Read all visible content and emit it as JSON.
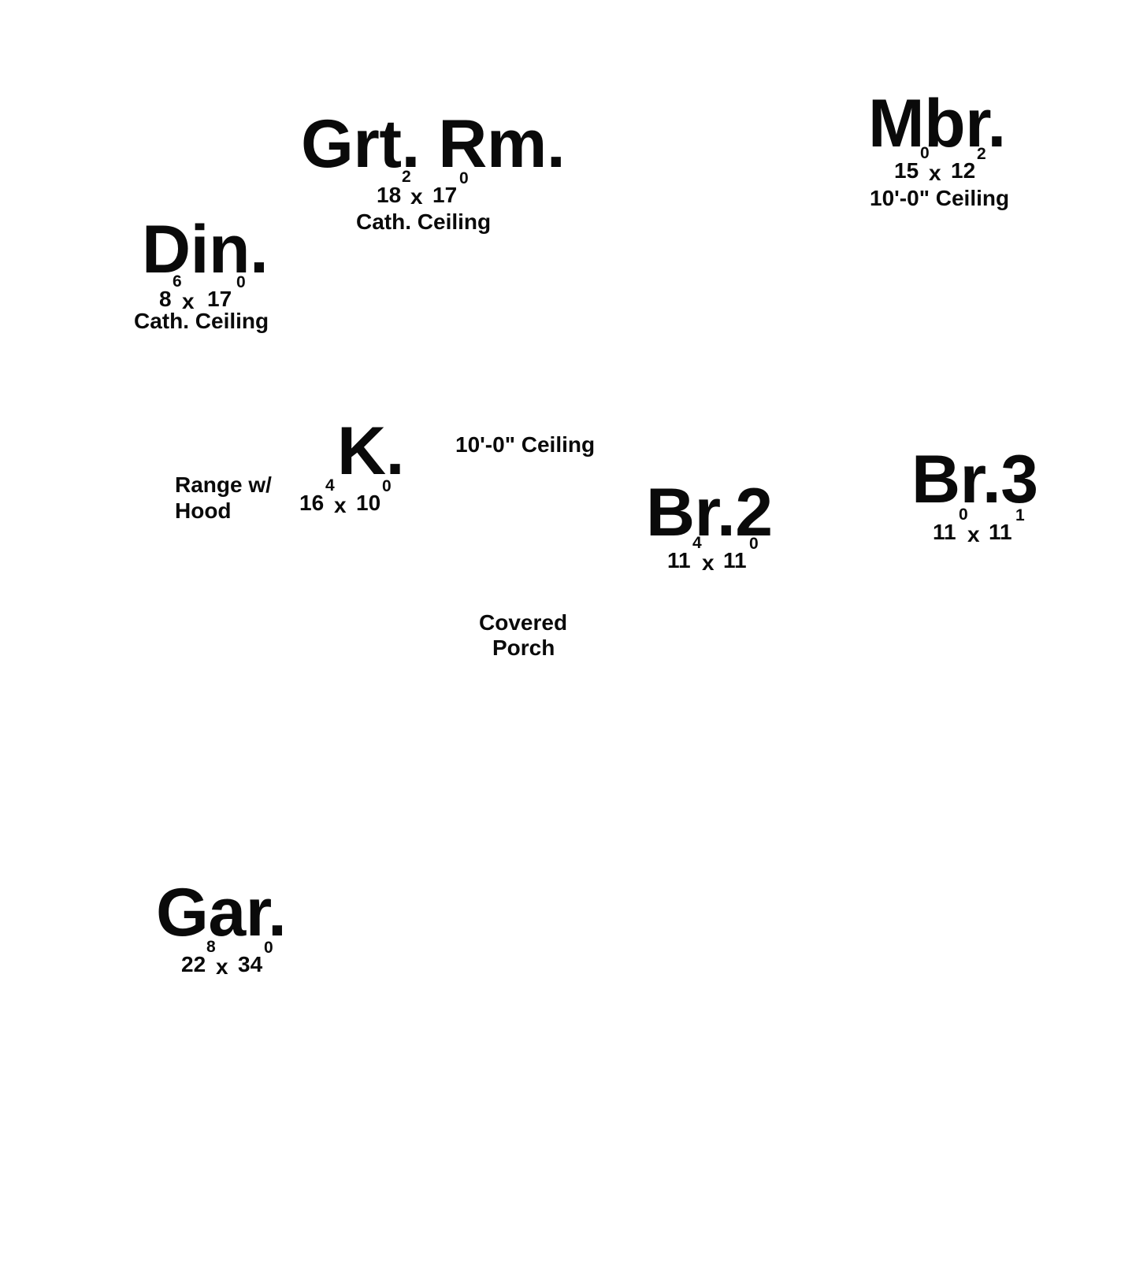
{
  "rooms": {
    "great_room": {
      "name": "Grt. Rm.",
      "dim_a": "18",
      "dim_a_frac": "2",
      "sep": "x",
      "dim_b": "17",
      "dim_b_frac": "0",
      "ceiling": "Cath. Ceiling"
    },
    "master_bedroom": {
      "name": "Mbr.",
      "dim_a": "15",
      "dim_a_frac": "0",
      "sep": "x",
      "dim_b": "12",
      "dim_b_frac": "2",
      "ceiling": "10'-0\" Ceiling"
    },
    "dining": {
      "name": "Din.",
      "dim_a": "8",
      "dim_a_frac": "6",
      "sep": "x",
      "dim_b": "17",
      "dim_b_frac": "0",
      "ceiling": "Cath. Ceiling"
    },
    "kitchen": {
      "name": "K.",
      "dim_a": "16",
      "dim_a_frac": "4",
      "sep": "x",
      "dim_b": "10",
      "dim_b_frac": "0",
      "note_line1": "Range w/",
      "note_line2": "Hood"
    },
    "bedroom_2": {
      "name": "Br.2",
      "dim_a": "11",
      "dim_a_frac": "4",
      "sep": "x",
      "dim_b": "11",
      "dim_b_frac": "0"
    },
    "bedroom_3": {
      "name": "Br.3",
      "dim_a": "11",
      "dim_a_frac": "0",
      "sep": "x",
      "dim_b": "11",
      "dim_b_frac": "1"
    },
    "garage": {
      "name": "Gar.",
      "dim_a": "22",
      "dim_a_frac": "8",
      "sep": "x",
      "dim_b": "34",
      "dim_b_frac": "0"
    }
  },
  "notes": {
    "center_ceiling": "10'-0\" Ceiling",
    "porch_line1": "Covered",
    "porch_line2": "Porch"
  }
}
